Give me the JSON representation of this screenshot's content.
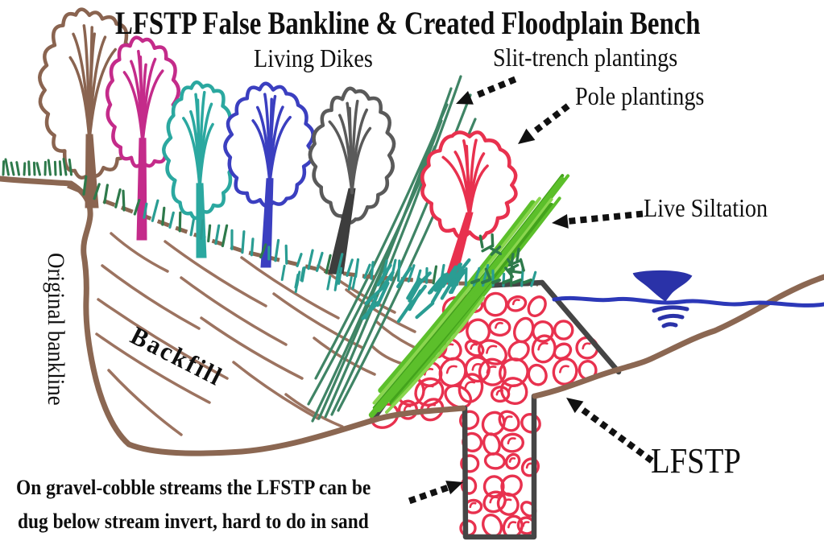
{
  "title": "LFSTP False Bankline & Created Floodplain Bench",
  "labels": {
    "living_dikes": "Living Dikes",
    "slit_trench": "Slit-trench plantings",
    "pole_plantings": "Pole plantings",
    "live_siltation": "Live Siltation",
    "original_bankline": "Original bankline",
    "backfill": "Backfill",
    "lfstp": "LFSTP",
    "caption_line1": "On gravel-cobble streams the LFSTP can be",
    "caption_line2": "dug below stream invert, hard to do in sand"
  },
  "colors": {
    "text": "#0f0f0f",
    "bankline_brown": "#8b6752",
    "hatch_brown": "#9c7360",
    "structure_outline_gray": "#454545",
    "cobble_red": "#e8314e",
    "water_blue": "#2c38b8",
    "vortex_blue": "#2a32a8",
    "grass_teal": "#2a9d93",
    "grass_dark_green": "#2e7a4b",
    "slit_trench_green": "#3f8465",
    "siltation_green": "#5cbf2b",
    "siltation_green_light": "#8ad64e",
    "siltation_green_dark": "#43a31c",
    "tree_colors": [
      "#8a6450",
      "#c42b8a",
      "#2ba8a0",
      "#3b3fc0",
      "#5a5a5a",
      "#e8314e"
    ],
    "tree_trunk_gray": "#3d3d3d",
    "arrow_black": "#111111"
  }
}
